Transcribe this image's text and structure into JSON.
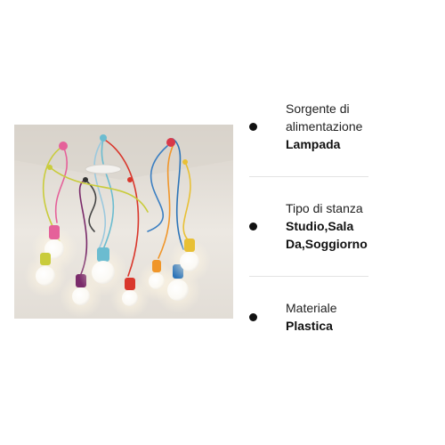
{
  "specs": [
    {
      "label": "Sorgente di alimentazione",
      "value": "Lampada"
    },
    {
      "label": "Tipo di stanza",
      "value": "Studio,Sala Da,Soggiorno"
    },
    {
      "label": "Materiale",
      "value": "Plastica"
    }
  ],
  "colors": {
    "text": "#222222",
    "bullet": "#111111",
    "divider": "#e3e3e3",
    "photo_background": "#e9e5df"
  }
}
